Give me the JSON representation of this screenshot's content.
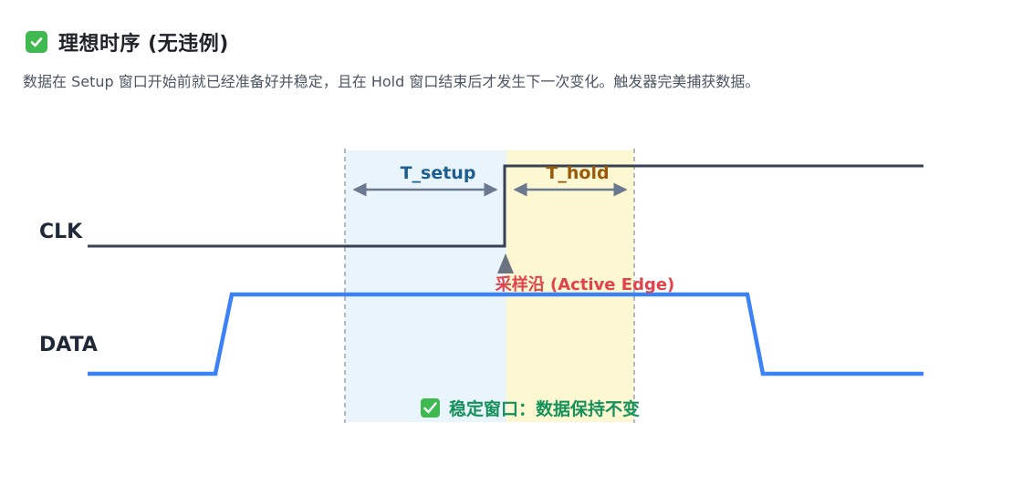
{
  "header": {
    "icon": "check-mark-icon",
    "title": "理想时序 (无违例)"
  },
  "description": "数据在 Setup 窗口开始前就已经准备好并稳定，且在 Hold 窗口结束后才发生下一次变化。触发器完美捕获数据。",
  "diagram": {
    "signals": {
      "clk": "CLK",
      "data": "DATA"
    },
    "setup_label": "T_setup",
    "hold_label": "T_hold",
    "edge_label": "采样沿 (Active Edge)",
    "stable_label": "稳定窗口：数据保持不变",
    "colors": {
      "clk_line": "#374151",
      "data_line": "#3b82f6",
      "setup_window": "#eaf4fd",
      "hold_window": "#fdf8d1",
      "edge_marker": "#6b7280",
      "setup_text": "#1d5f8f",
      "hold_text": "#9a5a0c",
      "edge_text": "#e0434b",
      "stable_text": "#15915a"
    }
  }
}
